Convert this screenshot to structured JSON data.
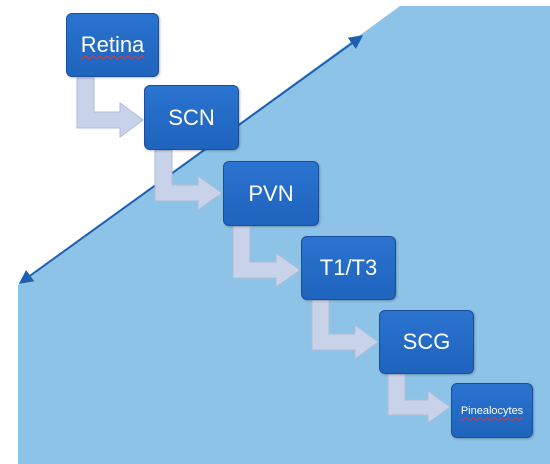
{
  "steps": [
    {
      "id": "retina",
      "label": "Retina"
    },
    {
      "id": "scn",
      "label": "SCN"
    },
    {
      "id": "pvn",
      "label": "PVN"
    },
    {
      "id": "t1t3",
      "label": "T1/T3"
    },
    {
      "id": "scg",
      "label": "SCG"
    },
    {
      "id": "pinealocytes",
      "label": "Pinealocytes"
    }
  ],
  "colors": {
    "region_fill": "#8ec3e8",
    "box_fill": "#2069c4",
    "connector": "#c8d3ea",
    "diagonal_line": "#1f5fb0"
  }
}
